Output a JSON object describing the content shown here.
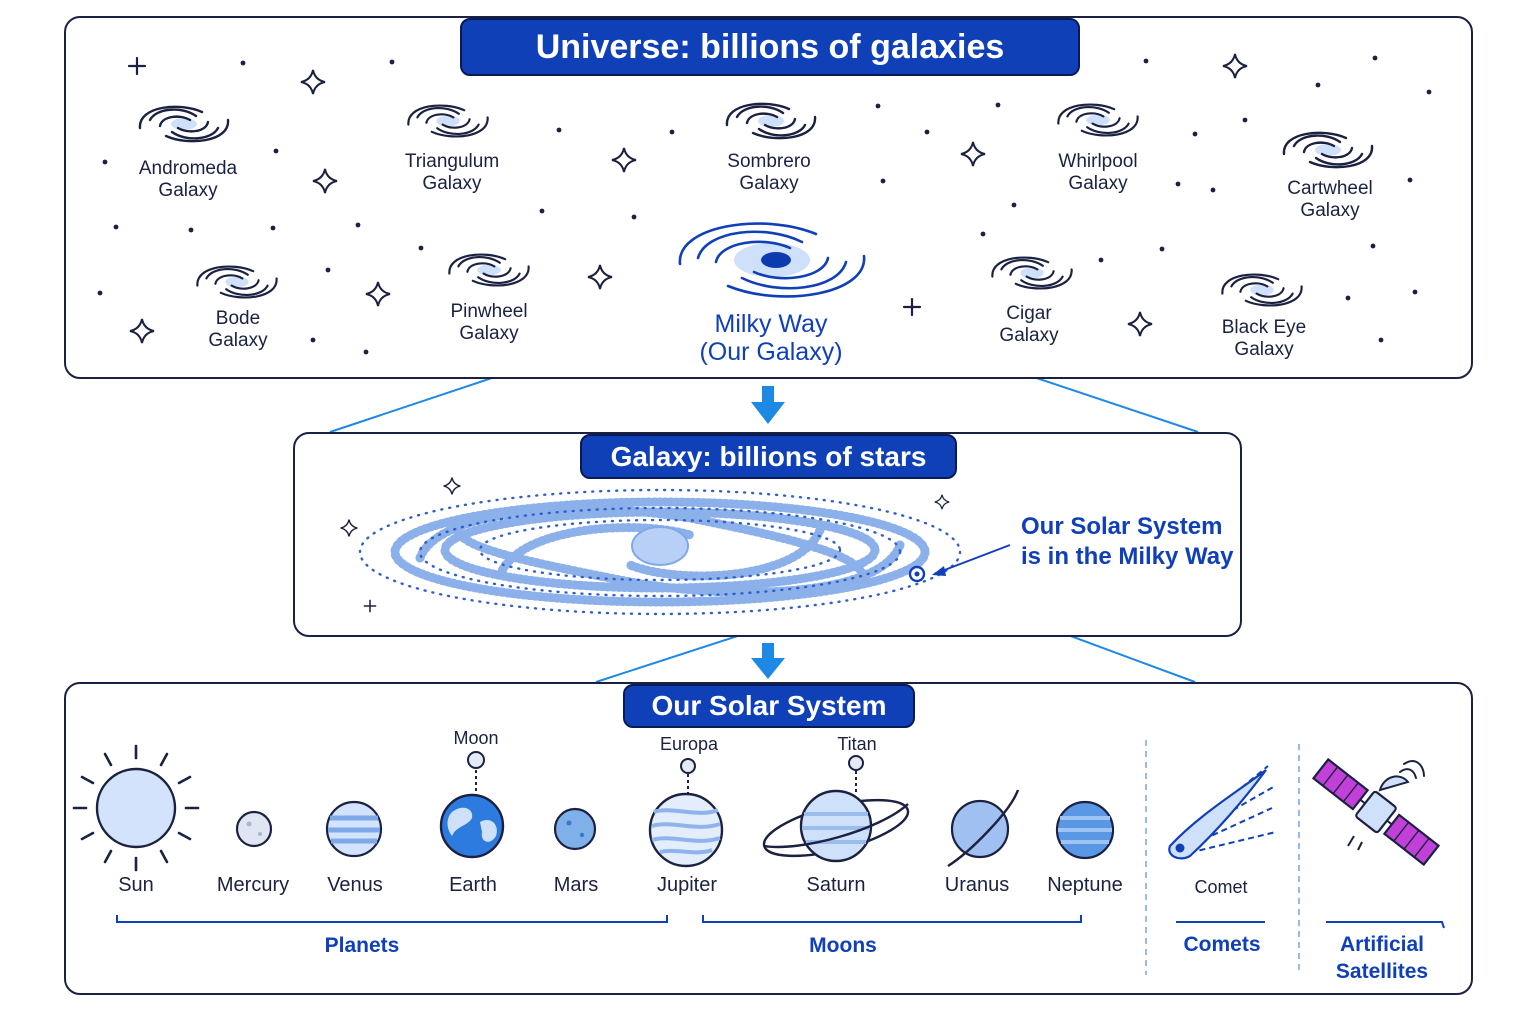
{
  "universe": {
    "title": "Universe: billions of galaxies",
    "galaxies": [
      {
        "line1": "Andromeda",
        "line2": "Galaxy"
      },
      {
        "line1": "Triangulum",
        "line2": "Galaxy"
      },
      {
        "line1": "Sombrero",
        "line2": "Galaxy"
      },
      {
        "line1": "Whirlpool",
        "line2": "Galaxy"
      },
      {
        "line1": "Cartwheel",
        "line2": "Galaxy"
      },
      {
        "line1": "Bode",
        "line2": "Galaxy"
      },
      {
        "line1": "Pinwheel",
        "line2": "Galaxy"
      },
      {
        "line1": "Cigar",
        "line2": "Galaxy"
      },
      {
        "line1": "Black Eye",
        "line2": "Galaxy"
      }
    ],
    "milky_way": {
      "line1": "Milky Way",
      "line2": "(Our Galaxy)"
    }
  },
  "galaxy": {
    "title": "Galaxy: billions of stars",
    "callout": {
      "line1": "Our Solar System",
      "line2": "is in the Milky Way"
    }
  },
  "solar": {
    "title": "Our Solar System",
    "bodies": [
      "Sun",
      "Mercury",
      "Venus",
      "Earth",
      "Mars",
      "Jupiter",
      "Saturn",
      "Uranus",
      "Neptune"
    ],
    "moons": [
      "Moon",
      "Europa",
      "Titan"
    ],
    "comet_label": "Comet",
    "categories": {
      "planets": "Planets",
      "moons": "Moons",
      "comets": "Comets",
      "satellites_line1": "Artificial",
      "satellites_line2": "Satellites"
    }
  },
  "colors": {
    "accent": "#1040b8",
    "arrow": "#1e88e5",
    "outline": "#1b2140",
    "fill_light": "#cfe0fb",
    "satellite_panel": "#c040d8"
  }
}
